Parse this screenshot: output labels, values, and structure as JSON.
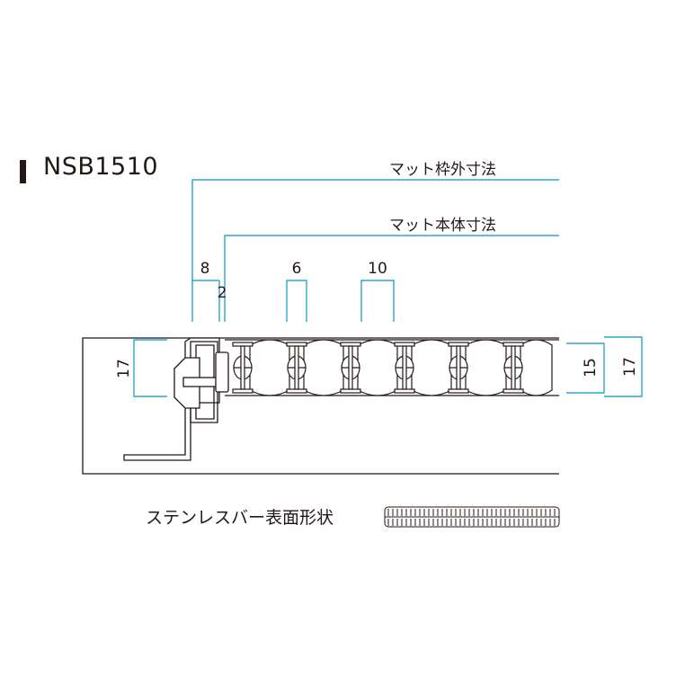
{
  "title": "NSB1510",
  "labels": {
    "frame_outer": "マット枠外寸法",
    "mat_body": "マット本体寸法",
    "surface_shape": "ステンレスバー表面形状"
  },
  "dimensions": {
    "d8": "8",
    "d2": "2",
    "d6": "6",
    "d10": "10",
    "left17": "17",
    "right15": "15",
    "right17": "17"
  },
  "colors": {
    "dimension_line": "#2aa7c9",
    "ink": "#231815"
  }
}
